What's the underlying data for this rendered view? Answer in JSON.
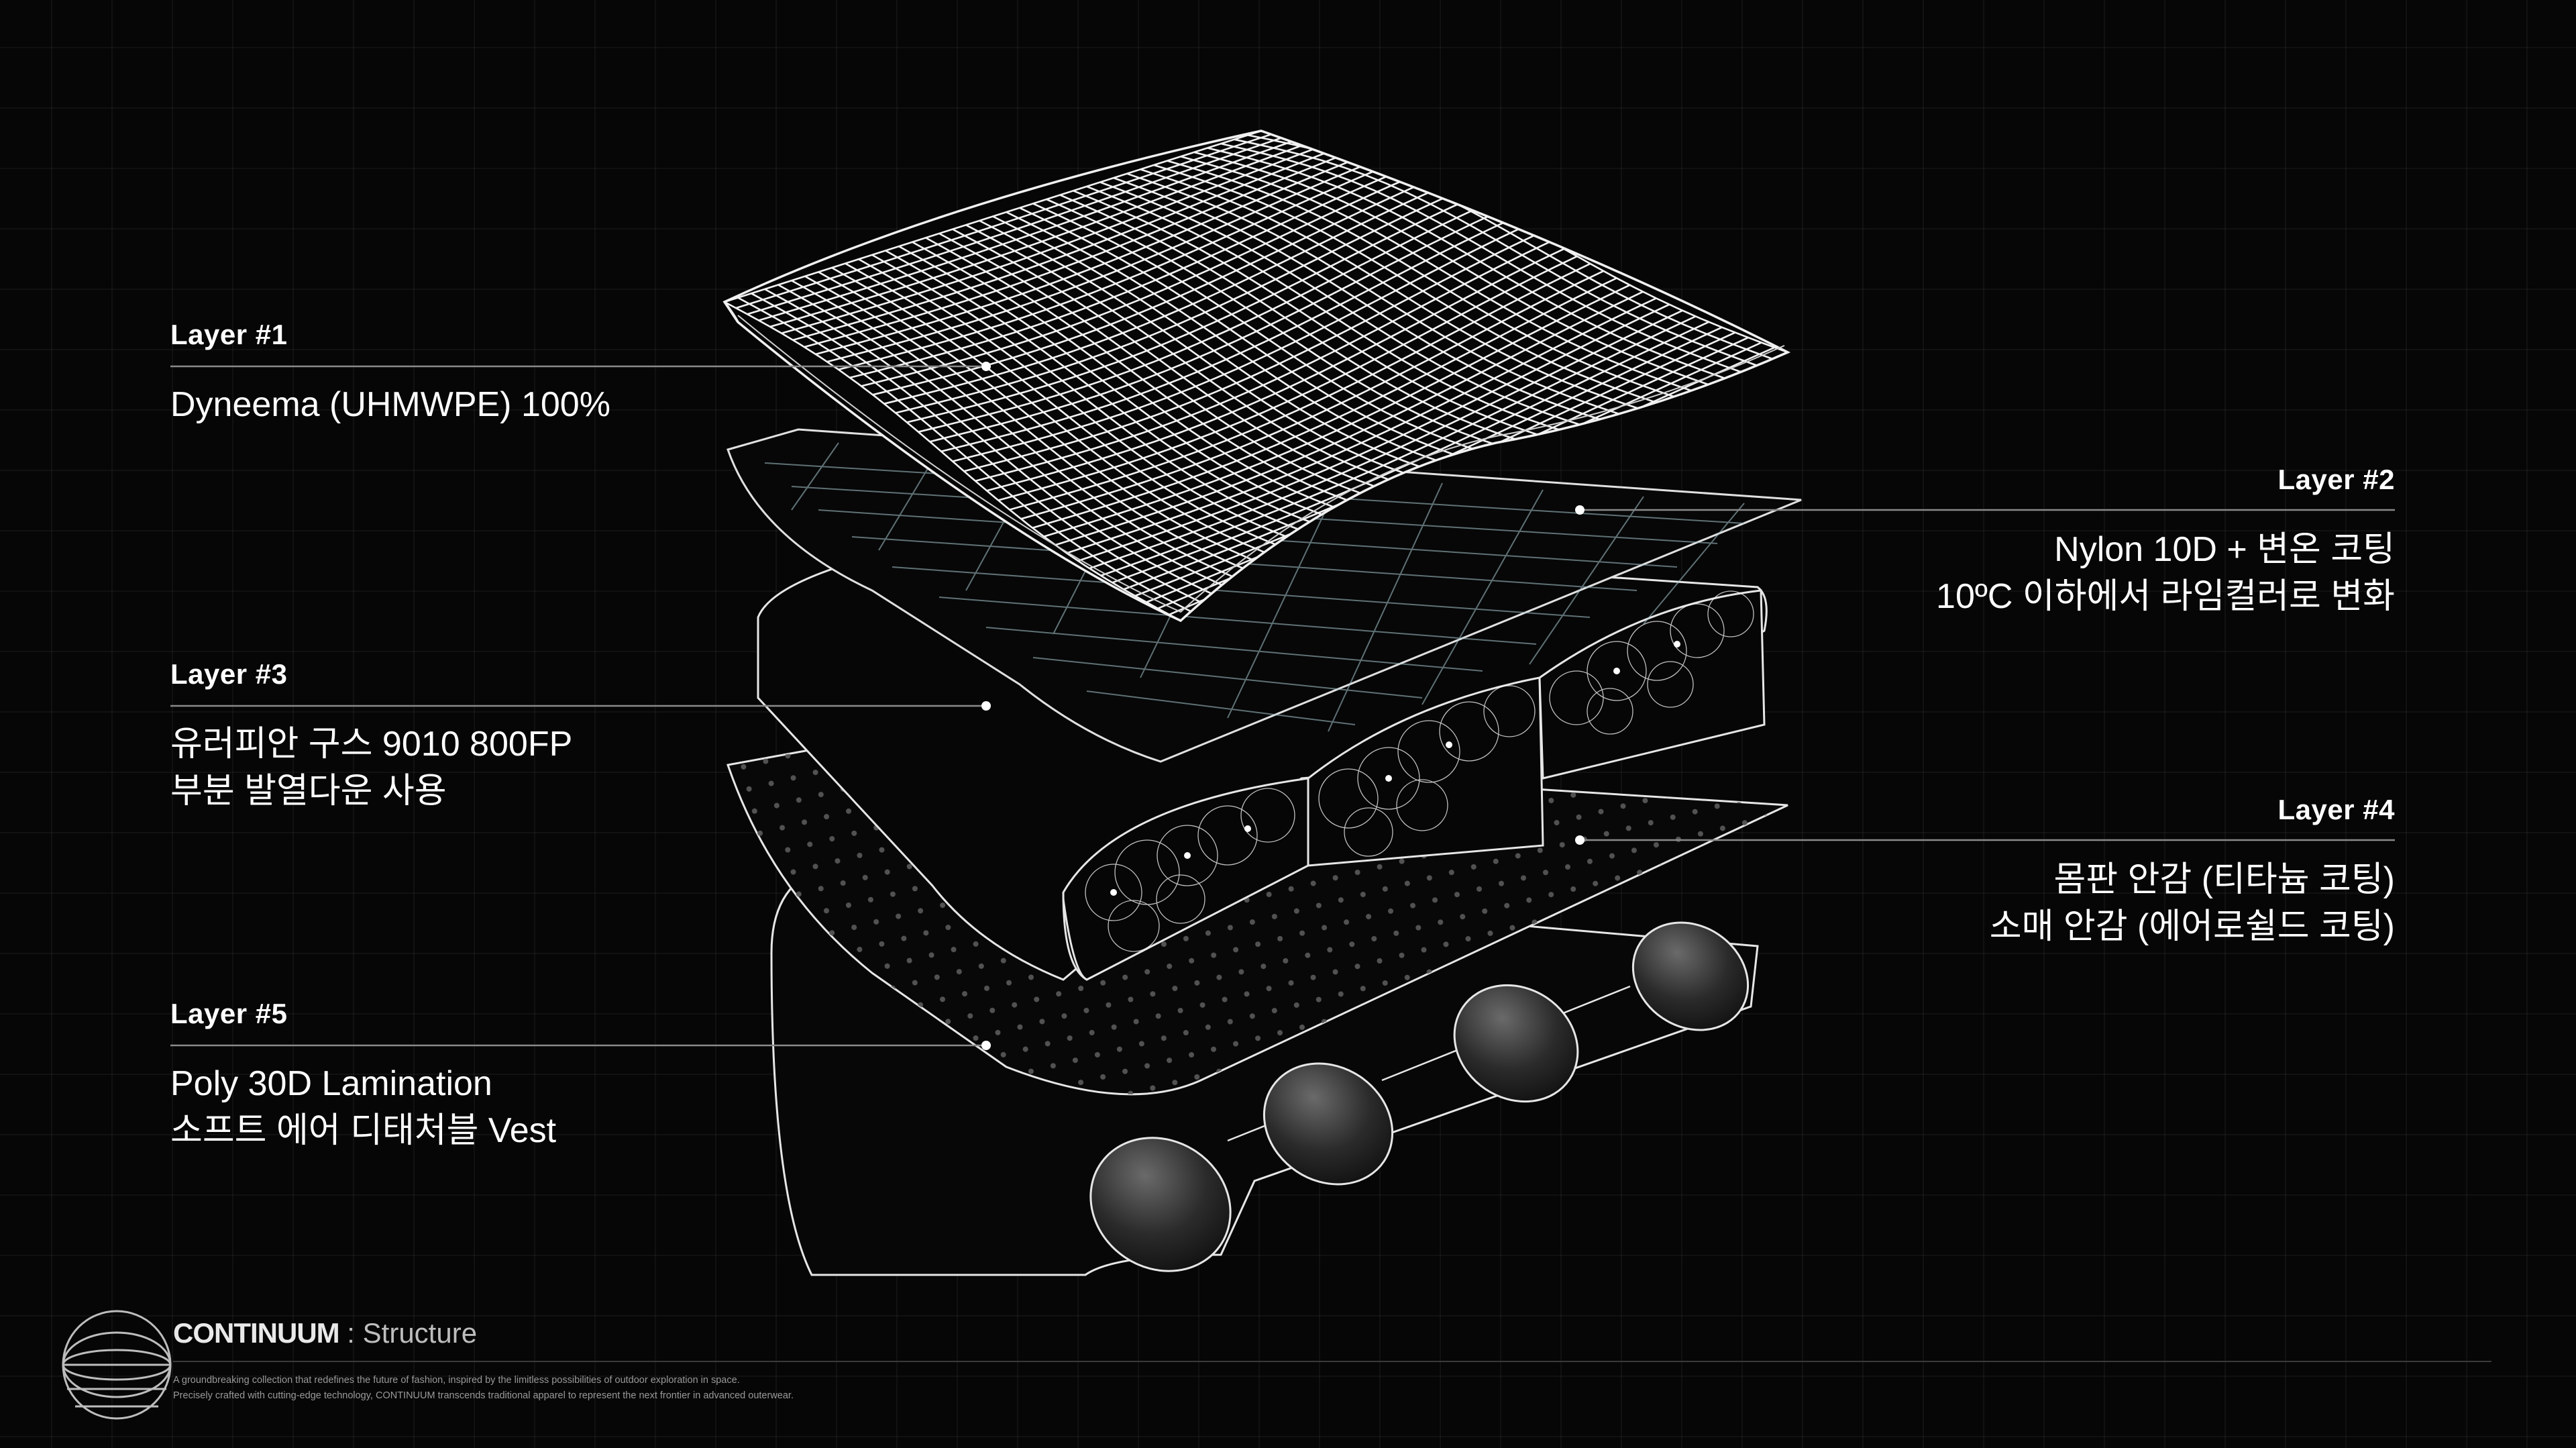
{
  "layers": [
    {
      "id": "layer-1",
      "title": "Layer #1",
      "lines": [
        "Dyneema (UHMWPE) 100%"
      ]
    },
    {
      "id": "layer-2",
      "title": "Layer #2",
      "lines": [
        "Nylon 10D + 변온 코팅",
        "10ºC 이하에서 라임컬러로 변화"
      ]
    },
    {
      "id": "layer-3",
      "title": "Layer #3",
      "lines": [
        "유러피안 구스 9010 800FP",
        "부분 발열다운 사용"
      ]
    },
    {
      "id": "layer-4",
      "title": "Layer #4",
      "lines": [
        "몸판 안감 (티타늄 코팅)",
        "소매 안감 (에어로쉴드 코팅)"
      ]
    },
    {
      "id": "layer-5",
      "title": "Layer #5",
      "lines": [
        "Poly 30D Lamination",
        "소프트 에어 디태처블 Vest"
      ]
    }
  ],
  "footer": {
    "brand": "CONTINUUM",
    "separator": " : ",
    "subtitle": "Structure",
    "description": [
      "A groundbreaking collection that redefines the future of fashion, inspired by the limitless possibilities of outdoor exploration in space.",
      "Precisely crafted with cutting-edge technology, CONTINUUM  transcends traditional apparel to represent the next frontier in advanced outerwear."
    ]
  },
  "colors": {
    "background": "#060606",
    "text": "#ffffff",
    "accent_lime": "#bfe3ea",
    "line": "#8a8a8a"
  },
  "icons": {
    "logo": "wireframe-sphere-icon"
  }
}
